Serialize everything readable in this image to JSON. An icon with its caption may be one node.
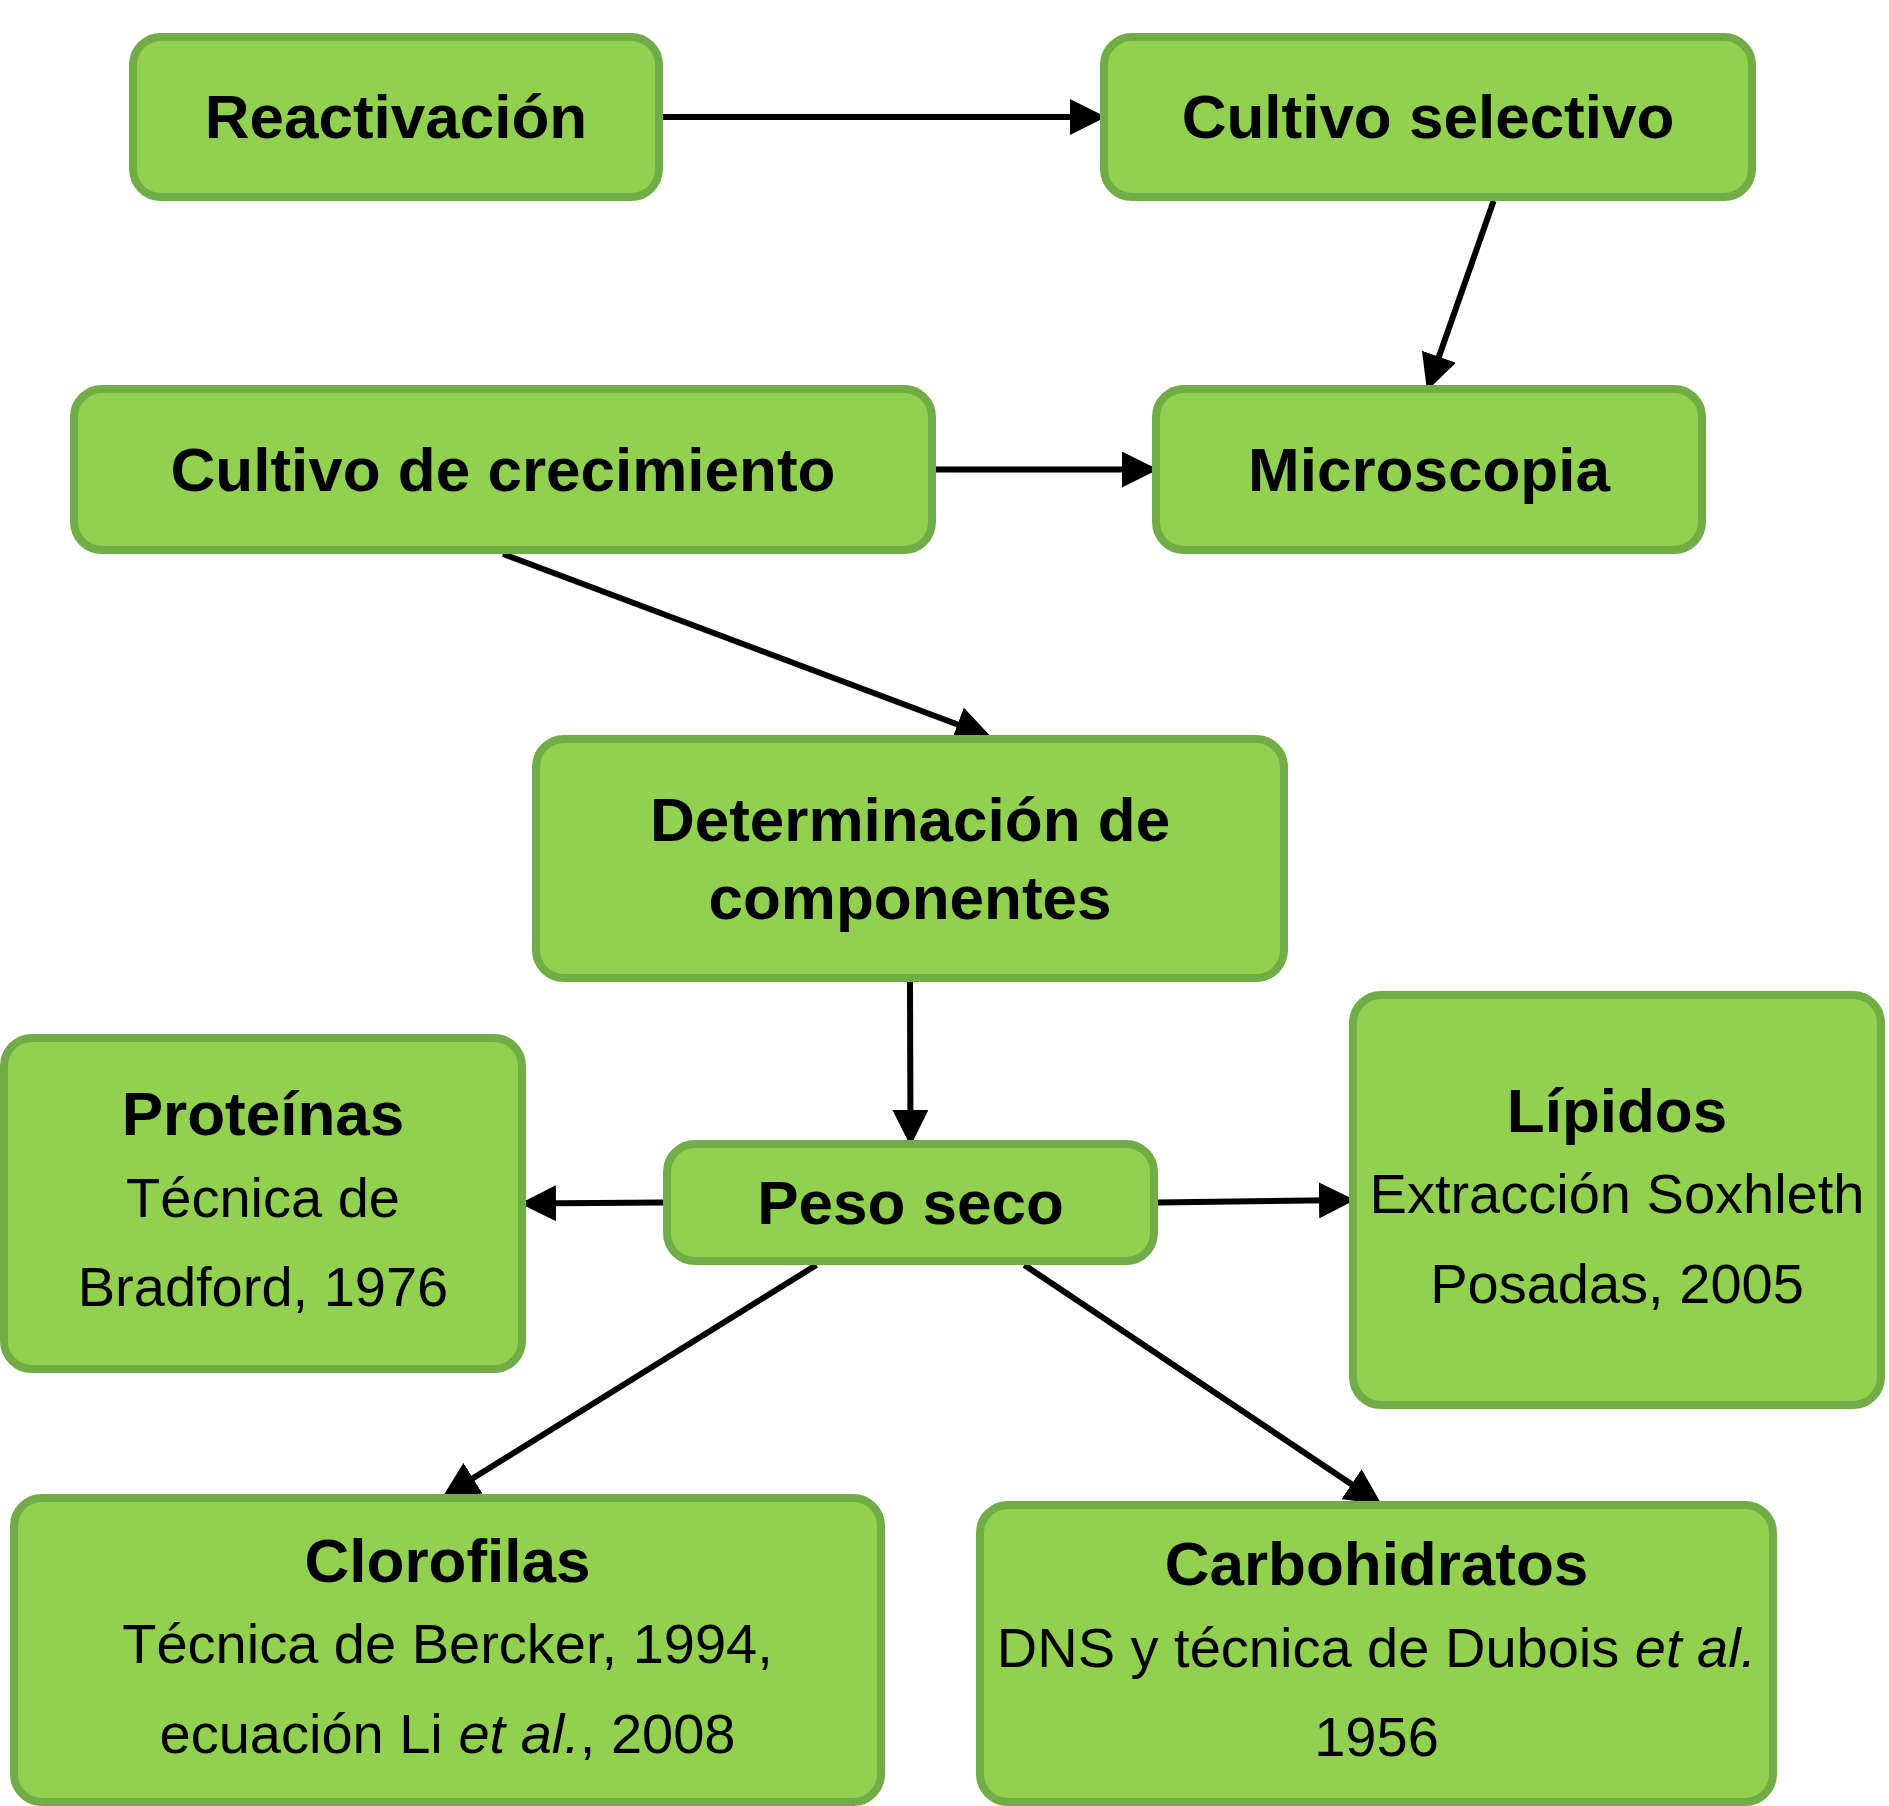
{
  "diagram": {
    "nodes": [
      {
        "text": [
          "Reactivación"
        ]
      },
      {
        "text": [
          "Cultivo selectivo"
        ]
      },
      {
        "text": [
          "Cultivo de crecimiento"
        ]
      },
      {
        "text": [
          "Microscopia"
        ]
      },
      {
        "text": [
          "Determinación de componentes"
        ]
      },
      {
        "text": [
          "Peso seco"
        ]
      },
      {
        "text": [
          "Proteínas",
          "Técnica de Bradford, 1976"
        ]
      },
      {
        "text": [
          "Lípidos",
          "Extracción Soxhleth Posadas, 2005"
        ]
      },
      {
        "text": [
          "Clorofilas",
          "Técnica de Bercker, 1994, ecuación Li *et al.*, 2008"
        ]
      },
      {
        "text": [
          "Carbohidratos",
          "DNS y técnica de Dubois *et al.* 1956"
        ]
      }
    ],
    "edges": [
      {
        "from": 0,
        "to": 1,
        "arrow": "to"
      },
      {
        "from": 1,
        "to": 3,
        "arrow": "to"
      },
      {
        "from": 2,
        "to": 3,
        "arrow": "to"
      },
      {
        "from": 2,
        "to": 4,
        "arrow": "to"
      },
      {
        "from": 4,
        "to": 5,
        "arrow": "to"
      },
      {
        "from": 5,
        "to": 6,
        "arrow": "to"
      },
      {
        "from": 5,
        "to": 7,
        "arrow": "to"
      },
      {
        "from": 5,
        "to": 8,
        "arrow": "to"
      },
      {
        "from": 5,
        "to": 9,
        "arrow": "to"
      }
    ]
  }
}
